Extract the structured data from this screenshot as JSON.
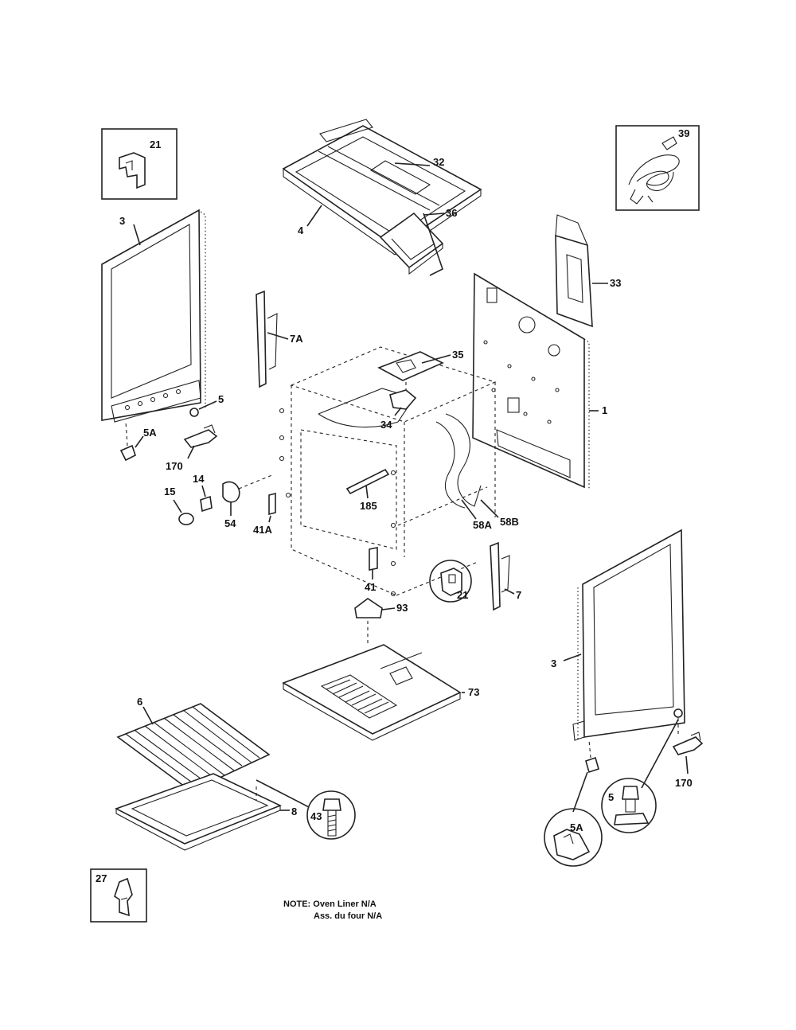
{
  "callouts": {
    "p21_box": "21",
    "p39_box": "39",
    "p3_left": "3",
    "p32": "32",
    "p4": "4",
    "p36": "36",
    "p33": "33",
    "p7a": "7A",
    "p35": "35",
    "p5_left": "5",
    "p34": "34",
    "p1": "1",
    "p5a_left": "5A",
    "p170_left": "170",
    "p14": "14",
    "p15": "15",
    "p54": "54",
    "p185": "185",
    "p41a": "41A",
    "p58a": "58A",
    "p58b": "58B",
    "p41": "41",
    "p21_circle": "21",
    "p7": "7",
    "p93": "93",
    "p3_right": "3",
    "p73": "73",
    "p6": "6",
    "p170_right": "170",
    "p8": "8",
    "p43": "43",
    "p5_circle": "5",
    "p5a_circle": "5A",
    "p27_box": "27"
  },
  "note": {
    "line1": "NOTE: Oven Liner N/A",
    "line2": "Ass. du four N/A"
  }
}
